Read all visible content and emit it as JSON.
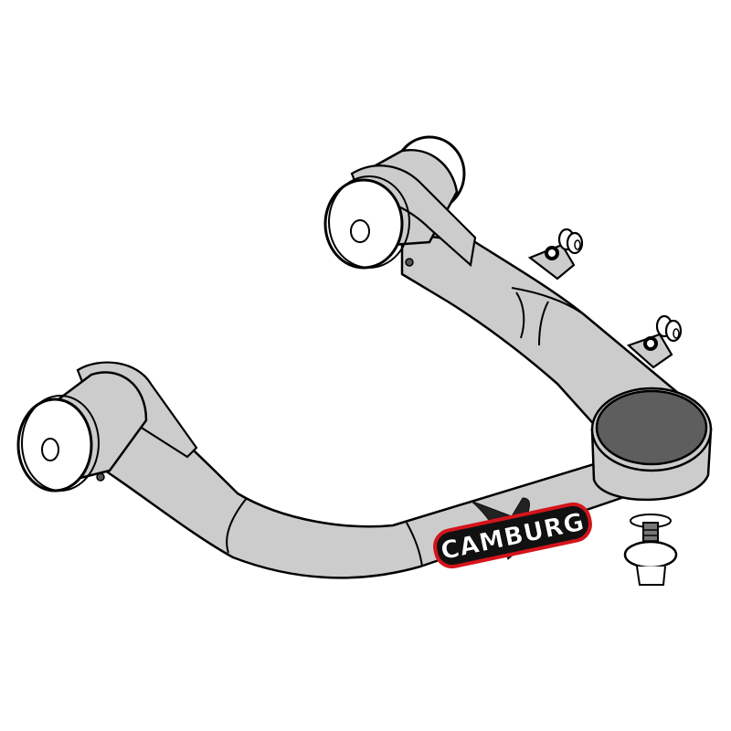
{
  "image": {
    "subject": "Upper control arm (product line drawing)",
    "background": "#ffffff",
    "colors": {
      "arm_fill": "#cccccc",
      "outline": "#000000",
      "bushing_face": "#ffffff",
      "ball_joint_cap": "#5e5e5e",
      "logo_red": "#d4141b",
      "logo_text": "#ffffff"
    }
  },
  "logo": {
    "brand": "CAMBURG",
    "emblem": "eagle-emblem"
  }
}
